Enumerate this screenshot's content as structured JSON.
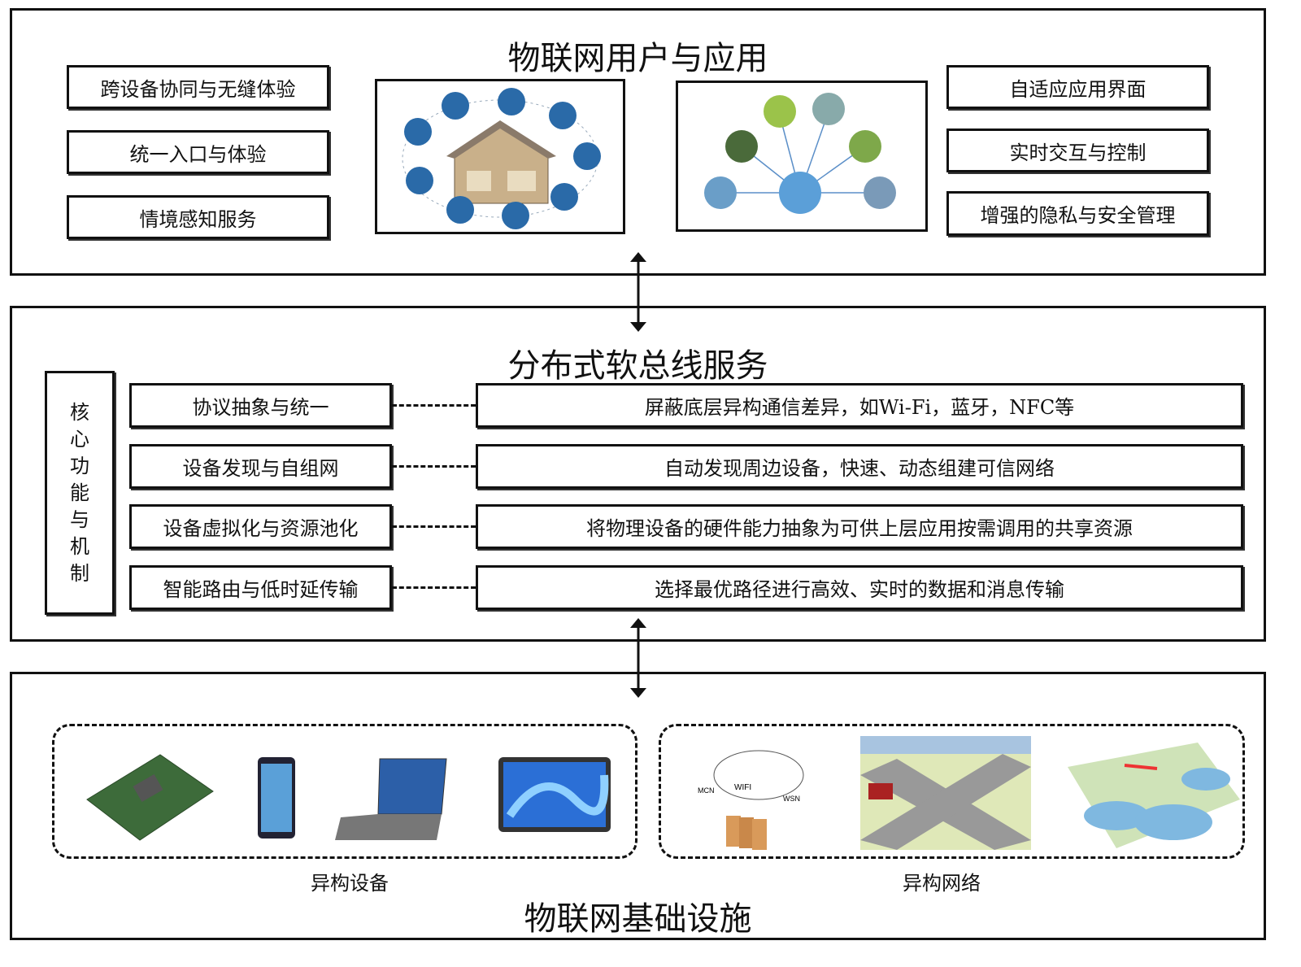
{
  "top": {
    "title": "物联网用户与应用",
    "left_items": [
      "跨设备协同与无缝体验",
      "统一入口与体验",
      "情境感知服务"
    ],
    "right_items": [
      "自适应应用界面",
      "实时交互与控制",
      "增强的隐私与安全管理"
    ],
    "images": [
      "smart-home-image",
      "iot-network-image"
    ]
  },
  "middle": {
    "title": "分布式软总线服务",
    "side_label": [
      "核",
      "心",
      "功",
      "能",
      "与",
      "机",
      "制"
    ],
    "functions": [
      {
        "name": "协议抽象与统一",
        "desc": "屏蔽底层异构通信差异，如Wi-Fi，蓝牙，NFC等"
      },
      {
        "name": "设备发现与自组网",
        "desc": "自动发现周边设备，快速、动态组建可信网络"
      },
      {
        "name": "设备虚拟化与资源池化",
        "desc": "将物理设备的硬件能力抽象为可供上层应用按需调用的共享资源"
      },
      {
        "name": "智能路由与低时延传输",
        "desc": "选择最优路径进行高效、实时的数据和消息传输"
      }
    ]
  },
  "bottom": {
    "title": "物联网基础设施",
    "devices_label": "异构设备",
    "networks_label": "异构网络",
    "network_image_labels": [
      "MCN",
      "WIFI",
      "WSN"
    ]
  },
  "colors": {
    "line": "#111111",
    "accent_blue": "#1f5f9e"
  }
}
